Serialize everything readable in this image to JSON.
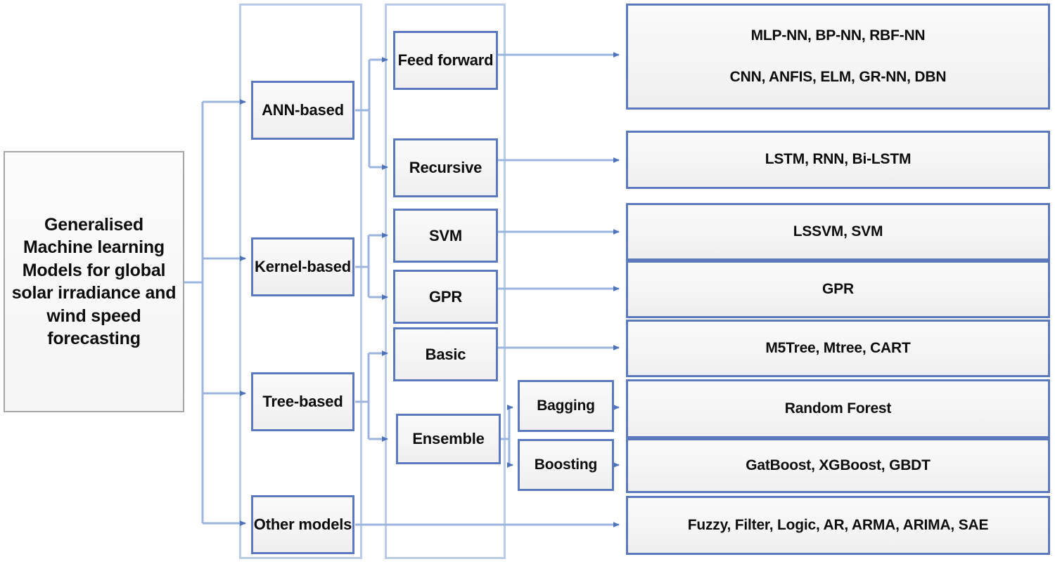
{
  "diagram": {
    "title": "Generalised Machine learning Models taxonomy",
    "colors": {
      "node_border": "#5b79bd",
      "root_border": "#a6a6a6",
      "connector": "#9db4e0",
      "arrow": "#4f73b8",
      "container": "#b9cbe9",
      "node_fill": "#f5f5f5"
    },
    "root": {
      "label": "Generalised Machine learning Models for global solar irradiance and wind speed forecasting"
    },
    "level2": [
      {
        "id": "ann",
        "label": "ANN-based"
      },
      {
        "id": "kernel",
        "label": "Kernel-based"
      },
      {
        "id": "tree",
        "label": "Tree-based"
      },
      {
        "id": "other",
        "label": "Other models"
      }
    ],
    "level3": [
      {
        "id": "feedforward",
        "label": "Feed forward",
        "parent": "ann"
      },
      {
        "id": "recursive",
        "label": "Recursive",
        "parent": "ann"
      },
      {
        "id": "svm",
        "label": "SVM",
        "parent": "kernel"
      },
      {
        "id": "gpr",
        "label": "GPR",
        "parent": "kernel"
      },
      {
        "id": "basic",
        "label": "Basic",
        "parent": "tree"
      },
      {
        "id": "ensemble",
        "label": "Ensemble",
        "parent": "tree"
      }
    ],
    "level4": [
      {
        "id": "bagging",
        "label": "Bagging",
        "parent": "ensemble"
      },
      {
        "id": "boosting",
        "label": "Boosting",
        "parent": "ensemble"
      }
    ],
    "leaves": [
      {
        "id": "leaf-ann",
        "parent": "feedforward",
        "lines": [
          "MLP-NN, BP-NN, RBF-NN",
          "CNN, ANFIS, ELM, GR-NN, DBN"
        ]
      },
      {
        "id": "leaf-rec",
        "parent": "recursive",
        "lines": [
          "LSTM, RNN, Bi-LSTM"
        ]
      },
      {
        "id": "leaf-svm",
        "parent": "svm",
        "lines": [
          "LSSVM, SVM"
        ]
      },
      {
        "id": "leaf-gpr",
        "parent": "gpr",
        "lines": [
          "GPR"
        ]
      },
      {
        "id": "leaf-basic",
        "parent": "basic",
        "lines": [
          "M5Tree, Mtree, CART"
        ]
      },
      {
        "id": "leaf-bagging",
        "parent": "bagging",
        "lines": [
          "Random Forest"
        ]
      },
      {
        "id": "leaf-boosting",
        "parent": "boosting",
        "lines": [
          "GatBoost, XGBoost, GBDT"
        ]
      },
      {
        "id": "leaf-other",
        "parent": "other",
        "lines": [
          "Fuzzy, Filter, Logic, AR, ARMA, ARIMA, SAE"
        ]
      }
    ]
  }
}
